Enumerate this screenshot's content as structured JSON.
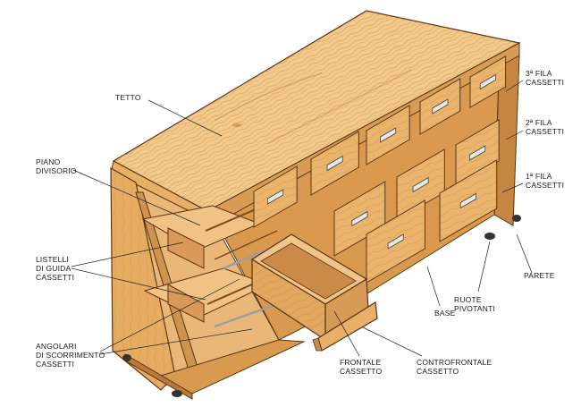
{
  "labels": {
    "tetto": "TETTO",
    "piano_divisorio": [
      "PIANO",
      "DIVISORIO"
    ],
    "listelli": [
      "LISTELLI",
      "DI GUIDA",
      "CASSETTI"
    ],
    "angolari": [
      "ANGOLARI",
      "DI SCORRIMENTO",
      "CASSETTI"
    ],
    "fila3": [
      "3ª FILA",
      "CASSETTI"
    ],
    "fila2": [
      "2ª FILA",
      "CASSETTI"
    ],
    "fila1": [
      "1ª FILA",
      "CASSETTI"
    ],
    "parete": "PARETE",
    "ruote": [
      "RUOTE",
      "PIVOTANTI"
    ],
    "base": "BASE",
    "frontale": [
      "FRONTALE",
      "CASSETTO"
    ],
    "controfrontale": [
      "CONTROFRONTALE",
      "CASSETTO"
    ]
  },
  "colors": {
    "wood_light": "#f2c98a",
    "wood_mid": "#e5ac62",
    "wood_dark": "#c98a3f",
    "wood_shadow": "#a96a2c",
    "outline": "#5a3413",
    "handle": "#e8e8e4",
    "leader": "#222222"
  }
}
